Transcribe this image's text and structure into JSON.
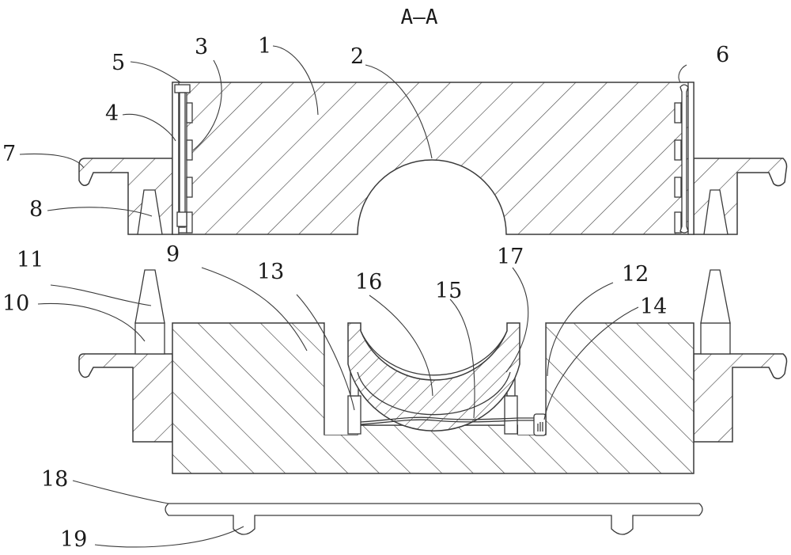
{
  "title": "A—A",
  "colors": {
    "line": "#3a3a3a",
    "text": "#1a1a1a",
    "background": "#ffffff"
  },
  "labels": [
    {
      "id": "1",
      "text": "1",
      "part": "upper-block"
    },
    {
      "id": "2",
      "text": "2",
      "part": "upper-semicircular-groove"
    },
    {
      "id": "3",
      "text": "3",
      "part": "side-rail"
    },
    {
      "id": "4",
      "text": "4",
      "part": "side-plate"
    },
    {
      "id": "5",
      "text": "5",
      "part": "bolt-head"
    },
    {
      "id": "6",
      "text": "6",
      "part": "right-bolt"
    },
    {
      "id": "7",
      "text": "7",
      "part": "upper-hook-flange"
    },
    {
      "id": "8",
      "text": "8",
      "part": "tapered-socket"
    },
    {
      "id": "9",
      "text": "9",
      "part": "lower-block"
    },
    {
      "id": "10",
      "text": "10",
      "part": "pin-base"
    },
    {
      "id": "11",
      "text": "11",
      "part": "tapered-pin"
    },
    {
      "id": "12",
      "text": "12",
      "part": "cavity"
    },
    {
      "id": "13",
      "text": "13",
      "part": "support-post"
    },
    {
      "id": "14",
      "text": "14",
      "part": "sensor"
    },
    {
      "id": "15",
      "text": "15",
      "part": "cable"
    },
    {
      "id": "16",
      "text": "16",
      "part": "arc-liner"
    },
    {
      "id": "17",
      "text": "17",
      "part": "outer-arc"
    },
    {
      "id": "18",
      "text": "18",
      "part": "base-plate"
    },
    {
      "id": "19",
      "text": "19",
      "part": "foot-knob"
    }
  ]
}
